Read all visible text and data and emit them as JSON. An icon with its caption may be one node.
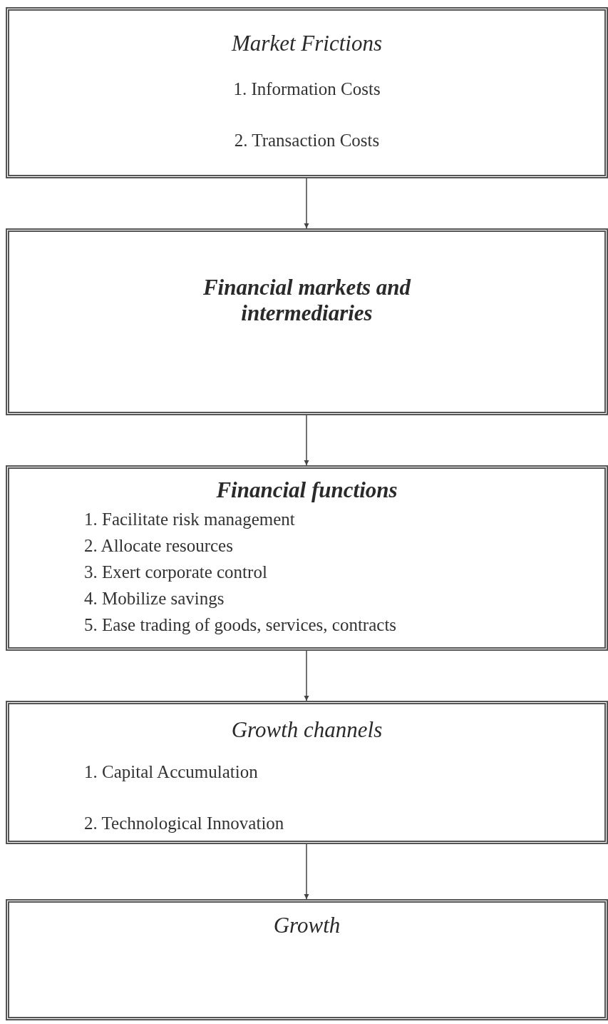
{
  "diagram": {
    "nodes": [
      {
        "text": [
          "Market Frictions",
          "1. Information Costs",
          "2. Transaction Costs"
        ]
      },
      {
        "text": [
          "Financial markets and intermediaries"
        ]
      },
      {
        "text": [
          "Financial functions",
          "1. Facilitate risk management",
          "2. Allocate resources",
          "3. Exert corporate control",
          "4. Mobilize savings",
          "5. Ease trading of goods, services, contracts"
        ]
      },
      {
        "text": [
          "Growth channels",
          "1. Capital Accumulation",
          "2. Technological Innovation"
        ]
      },
      {
        "text": [
          "Growth"
        ]
      }
    ],
    "edges": [
      {
        "from": 0,
        "to": 1,
        "arrow": "to"
      },
      {
        "from": 1,
        "to": 2,
        "arrow": "to"
      },
      {
        "from": 2,
        "to": 3,
        "arrow": "to"
      },
      {
        "from": 3,
        "to": 4,
        "arrow": "to"
      }
    ]
  }
}
